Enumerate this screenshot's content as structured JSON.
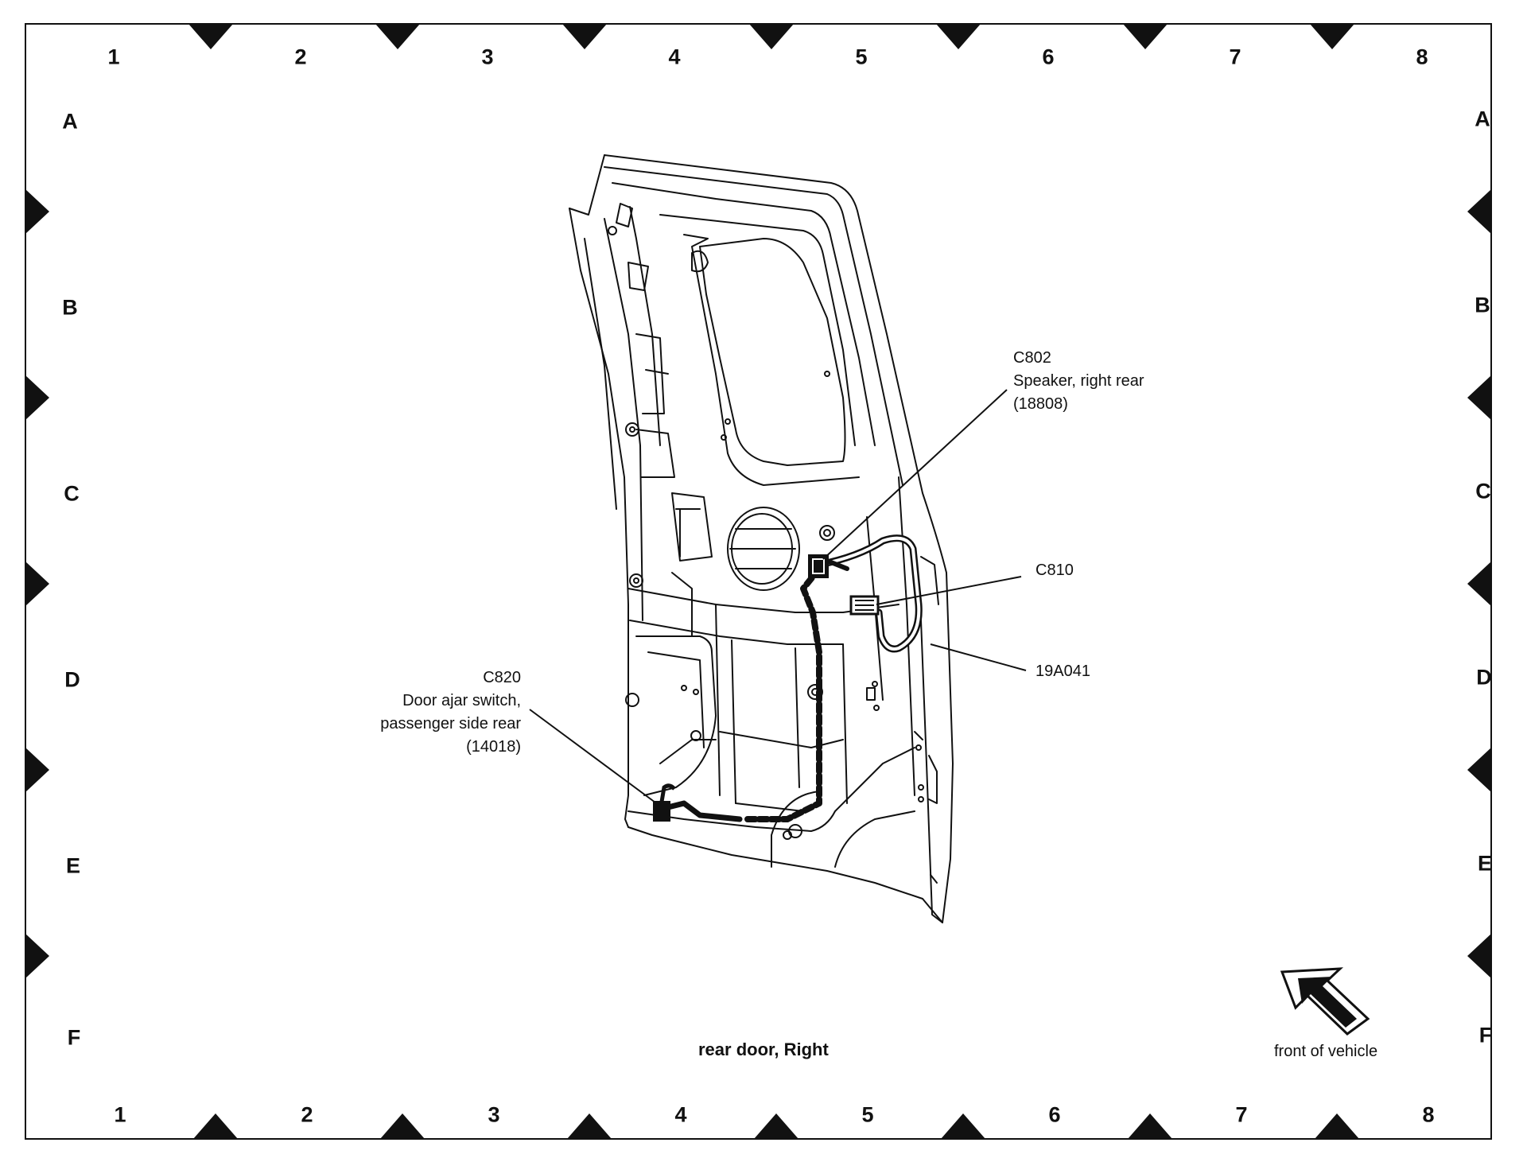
{
  "grid": {
    "columns": [
      "1",
      "2",
      "3",
      "4",
      "5",
      "6",
      "7",
      "8"
    ],
    "rows": [
      "A",
      "B",
      "C",
      "D",
      "E",
      "F"
    ]
  },
  "callouts": {
    "c802": {
      "connector": "C802",
      "desc": "Speaker, right rear",
      "part": "(18808)"
    },
    "c810": {
      "connector": "C810"
    },
    "harness": {
      "part": "19A041"
    },
    "c820": {
      "connector": "C820",
      "desc_line1": "Door ajar switch,",
      "desc_line2": "passenger side rear",
      "part": "(14018)"
    }
  },
  "title": "rear door, Right",
  "orientation": {
    "label": "front of vehicle",
    "icon": "direction-arrow-icon"
  },
  "colors": {
    "line": "#111111",
    "background": "#ffffff"
  }
}
